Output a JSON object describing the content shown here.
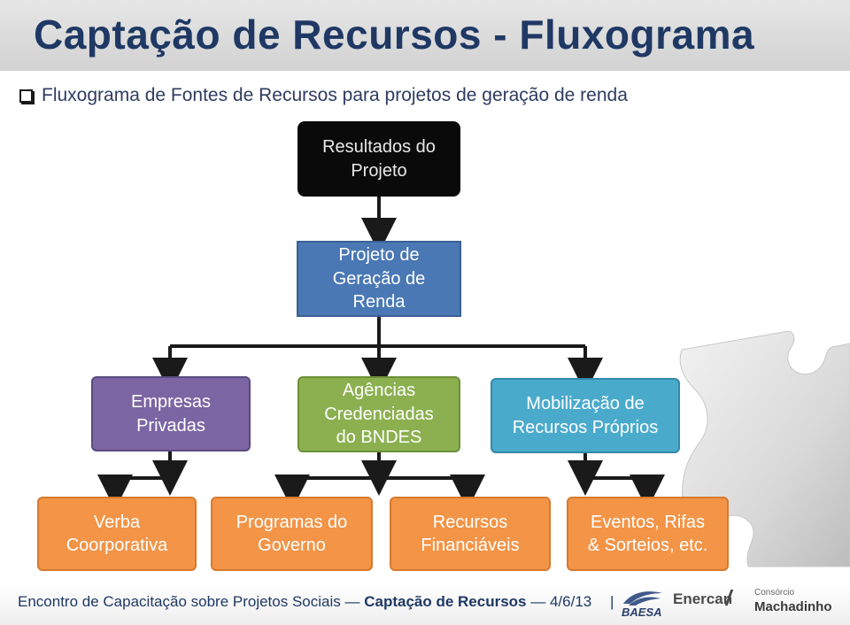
{
  "title": "Captação de Recursos - Fluxograma",
  "subtitle": "Fluxograma de Fontes de Recursos para projetos de geração de renda",
  "nodes": {
    "resultados": "Resultados do\nProjeto",
    "projeto": "Projeto de\nGeração de\nRenda",
    "empresas": "Empresas\nPrivadas",
    "agencias": "Agências\nCredenciadas\ndo BNDES",
    "mobilizacao": "Mobilização de\nRecursos Próprios",
    "verba": "Verba\nCoorporativa",
    "programas": "Programas do\nGoverno",
    "recursos": "Recursos\nFinanciáveis",
    "eventos": "Eventos, Rifas\n& Sorteios, etc."
  },
  "footer": {
    "event": "Encontro de Capacitação sobre Projetos Sociais —",
    "topic": "Captação de Recursos",
    "date": "— 4/6/13",
    "separator": "|"
  },
  "logos": {
    "baesa": "BAESA",
    "enercan": "Enercan",
    "consorcio": "Consórcio",
    "machadinho": "Machadinho"
  },
  "colors": {
    "title": "#1f3864",
    "black_node": "#0a0a0a",
    "blue_node": "#4a78b4",
    "purple_node": "#7b65a3",
    "green_node": "#8cb050",
    "teal_node": "#4aaacc",
    "orange_node": "#f39447"
  },
  "icons": [
    "checkbox-icon",
    "puzzle-piece-icon"
  ]
}
